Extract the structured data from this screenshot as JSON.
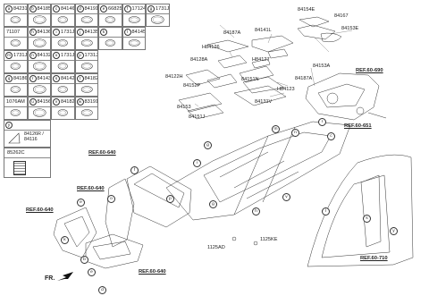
{
  "legend_cells": [
    {
      "letter": "a",
      "code": "84231F"
    },
    {
      "letter": "b",
      "code": "84185"
    },
    {
      "letter": "c",
      "code": "84146B"
    },
    {
      "letter": "d",
      "code": "84191G"
    },
    {
      "letter": "e",
      "code": "66825C"
    },
    {
      "letter": "f",
      "code": "17124"
    },
    {
      "letter": "g",
      "code": "1731JA"
    },
    {
      "letter": "",
      "code": "71107"
    },
    {
      "letter": "h",
      "code": "84136B"
    },
    {
      "letter": "i",
      "code": "1731JC"
    },
    {
      "letter": "j",
      "code": "84135A"
    },
    {
      "letter": "k",
      "code": ""
    },
    {
      "letter": "l",
      "code": "84145A"
    },
    {
      "letter": "",
      "code": ""
    },
    {
      "letter": "m",
      "code": "1731JE"
    },
    {
      "letter": "n",
      "code": "84132A"
    },
    {
      "letter": "o",
      "code": "1731JB"
    },
    {
      "letter": "p",
      "code": "1731JF"
    },
    {
      "letter": "",
      "code": ""
    },
    {
      "letter": "",
      "code": ""
    },
    {
      "letter": "",
      "code": ""
    },
    {
      "letter": "q",
      "code": "84186A"
    },
    {
      "letter": "r",
      "code": "84143"
    },
    {
      "letter": "s",
      "code": "84142"
    },
    {
      "letter": "t",
      "code": "84182"
    },
    {
      "letter": "",
      "code": ""
    },
    {
      "letter": "",
      "code": ""
    },
    {
      "letter": "",
      "code": ""
    },
    {
      "letter": "",
      "code": "1076AM"
    },
    {
      "letter": "u",
      "code": "84156B"
    },
    {
      "letter": "v",
      "code": "84182K"
    },
    {
      "letter": "w",
      "code": "83191"
    },
    {
      "letter": "",
      "code": ""
    },
    {
      "letter": "",
      "code": ""
    },
    {
      "letter": "",
      "code": ""
    }
  ],
  "cell_y": {
    "letter": "y",
    "codes": [
      "84126R",
      "84116"
    ]
  },
  "cell_85262": {
    "code": "85262C"
  },
  "pads": {
    "p84154E": "84154E",
    "p84167": "84167",
    "p84153E": "84153E",
    "p84187A_top": "84187A",
    "p84141L": "84141L",
    "p84126": "H84126",
    "p84127": "H84127",
    "p84153A": "84153A",
    "p84128A": "84128A",
    "p84122H": "84122H",
    "p84151N": "84151N",
    "p84152P": "84152P",
    "p84187A_r": "84187A",
    "p84123": "H84123",
    "p84153": "84153",
    "p84151J": "84151J",
    "p84131V": "84131V"
  },
  "refs": {
    "ref_top_right": "REF.60-690",
    "ref_mid_right": "REF.60-651",
    "ref_left1": "REF.60-640",
    "ref_left2": "REF.60-640",
    "ref_left3": "REF.60-640",
    "ref_bottom": "REF.60-640",
    "ref_side": "REF.60-710"
  },
  "bolts": {
    "b1": "1125AD",
    "b2": "1125KE"
  },
  "fr": "FR."
}
